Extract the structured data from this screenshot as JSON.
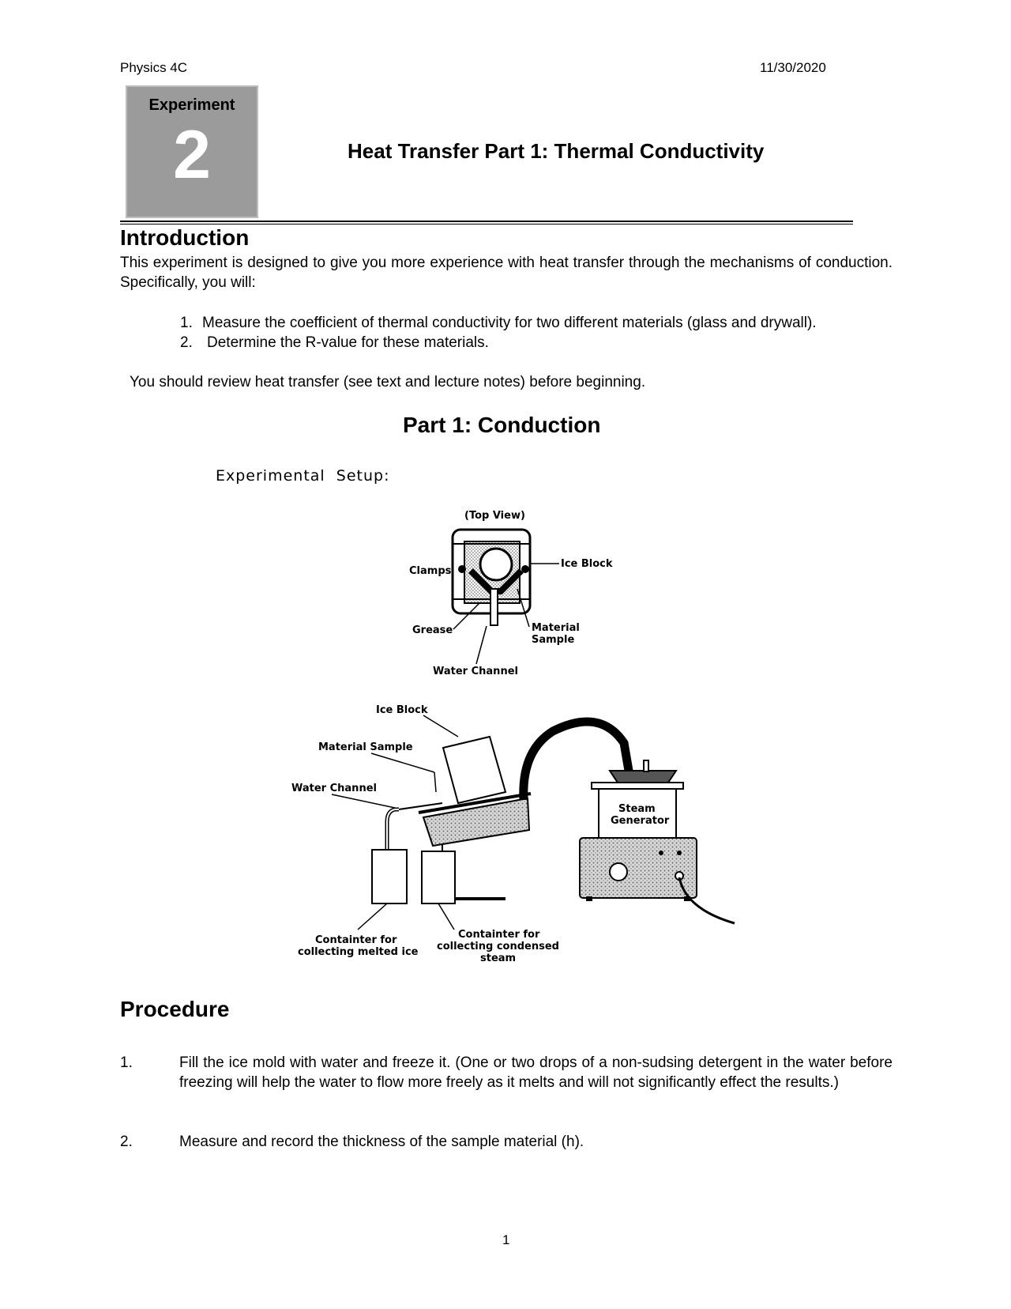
{
  "header": {
    "course": "Physics 4C",
    "date": "11/30/2020"
  },
  "experiment": {
    "label": "Experiment",
    "number": "2"
  },
  "title": "Heat Transfer Part 1: Thermal Conductivity",
  "introduction": {
    "heading": "Introduction",
    "paragraph": "This experiment is designed to give you more experience with heat transfer through the mechanisms of conduction.  Specifically, you will:",
    "items": [
      {
        "num": "1.",
        "text": "Measure the coefficient of thermal conductivity for two different materials (glass and drywall)."
      },
      {
        "num": "2.",
        "text": "Determine the R-value for these materials."
      }
    ],
    "review": "You should review heat transfer (see text and lecture notes) before beginning."
  },
  "part1": {
    "heading": "Part 1: Conduction",
    "setup_label": "Experimental  Setup:",
    "top_view": {
      "title": "(Top View)",
      "clamps": "Clamps",
      "ice_block": "Ice Block",
      "grease": "Grease",
      "material_line1": "Material",
      "material_line2": "Sample",
      "water_channel": "Water Channel"
    },
    "side_view": {
      "ice_block": "Ice Block",
      "material_sample": "Material Sample",
      "water_channel": "Water Channel",
      "steam_line1": "Steam",
      "steam_line2": "Generator",
      "melted_line1": "Containter for",
      "melted_line2": "collecting melted ice",
      "condensed_line1": "Containter for",
      "condensed_line2": "collecting condensed",
      "condensed_line3": "steam"
    }
  },
  "procedure": {
    "heading": "Procedure",
    "steps": [
      {
        "num": "1.",
        "text": "Fill the ice mold with water and freeze it.  (One or two drops of a non-sudsing detergent in the water before freezing will help the water to flow more freely as it melts and will not significantly effect the results.)"
      },
      {
        "num": "2.",
        "text": "Measure and record the thickness of the sample material (h)."
      }
    ]
  },
  "footer": {
    "page": "1"
  }
}
